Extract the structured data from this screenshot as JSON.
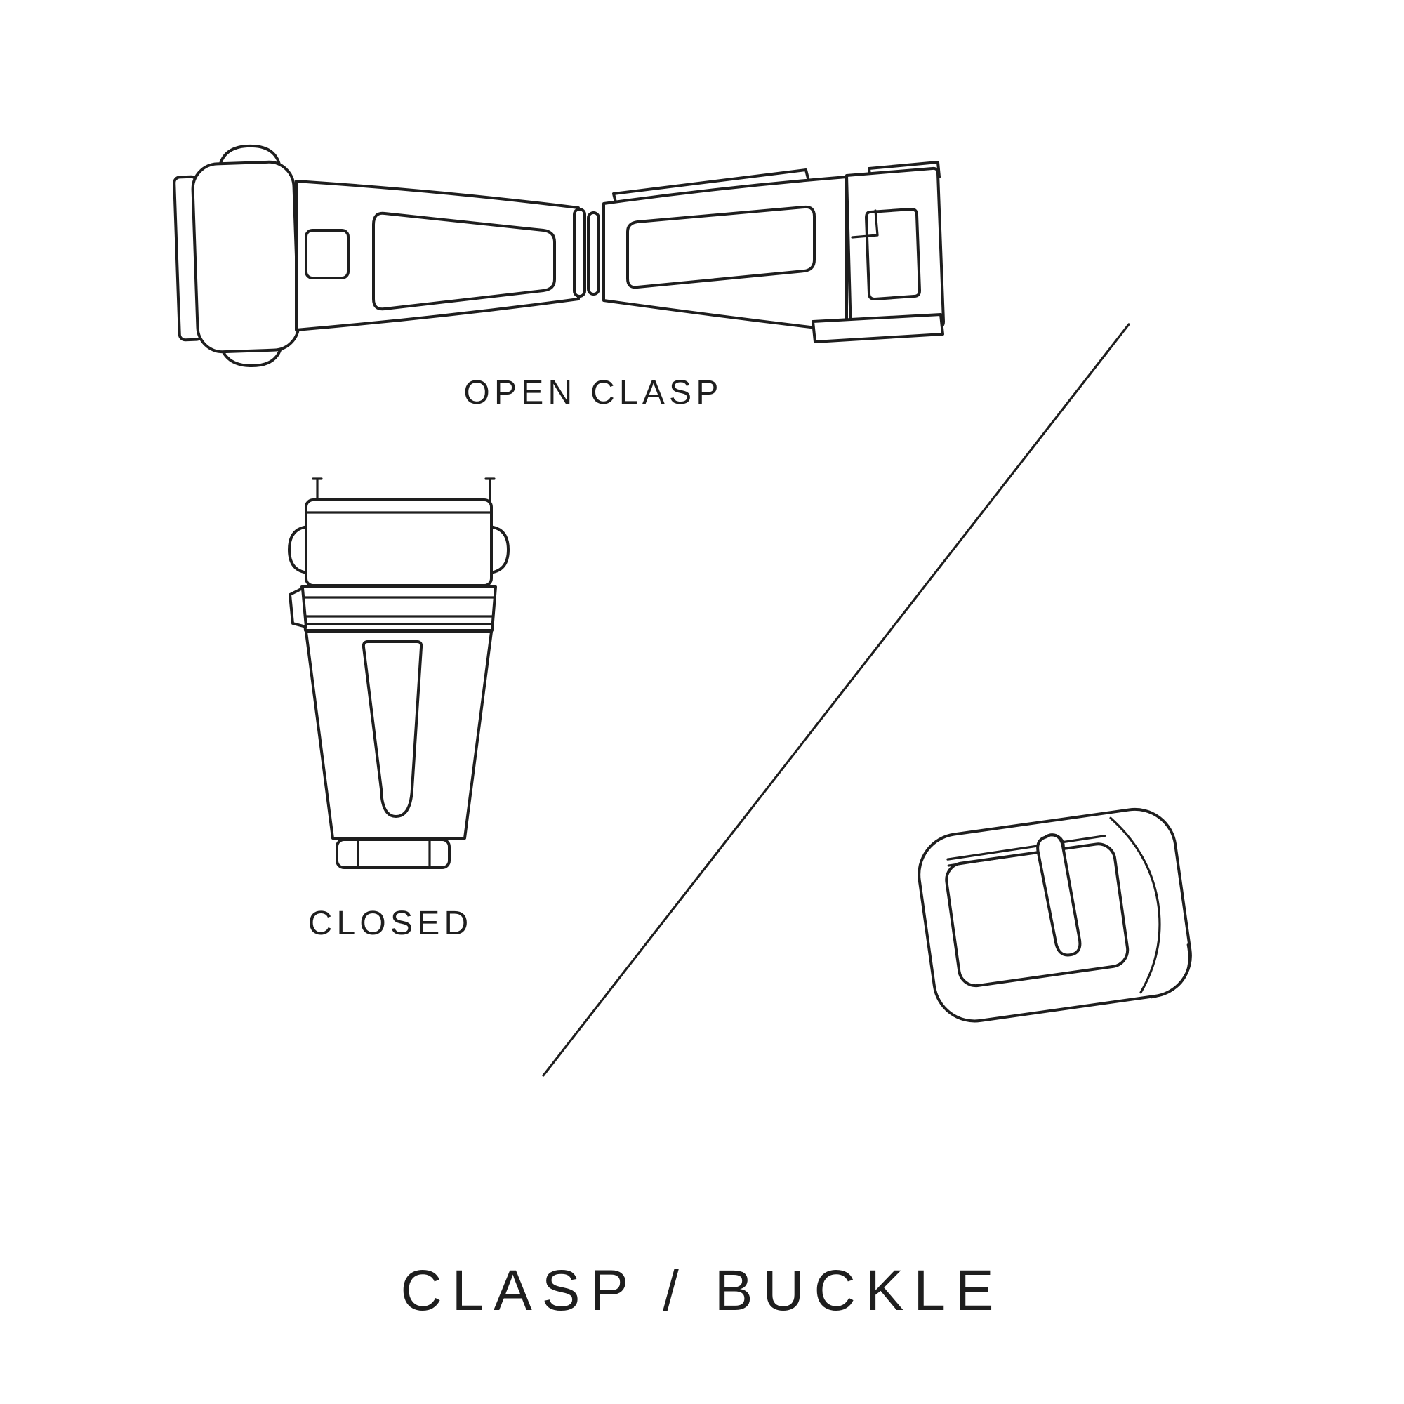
{
  "colors": {
    "ink": "#1e1e1e",
    "background": "#ffffff"
  },
  "labels": {
    "open_clasp": "OPEN CLASP",
    "closed": "CLOSED",
    "title": "CLASP / BUCKLE"
  },
  "illustrations": {
    "open_clasp": "open-deployant-clasp-line-drawing",
    "closed_clasp": "closed-clasp-line-drawing",
    "buckle": "tang-buckle-line-drawing",
    "divider": "diagonal-divider-line"
  }
}
